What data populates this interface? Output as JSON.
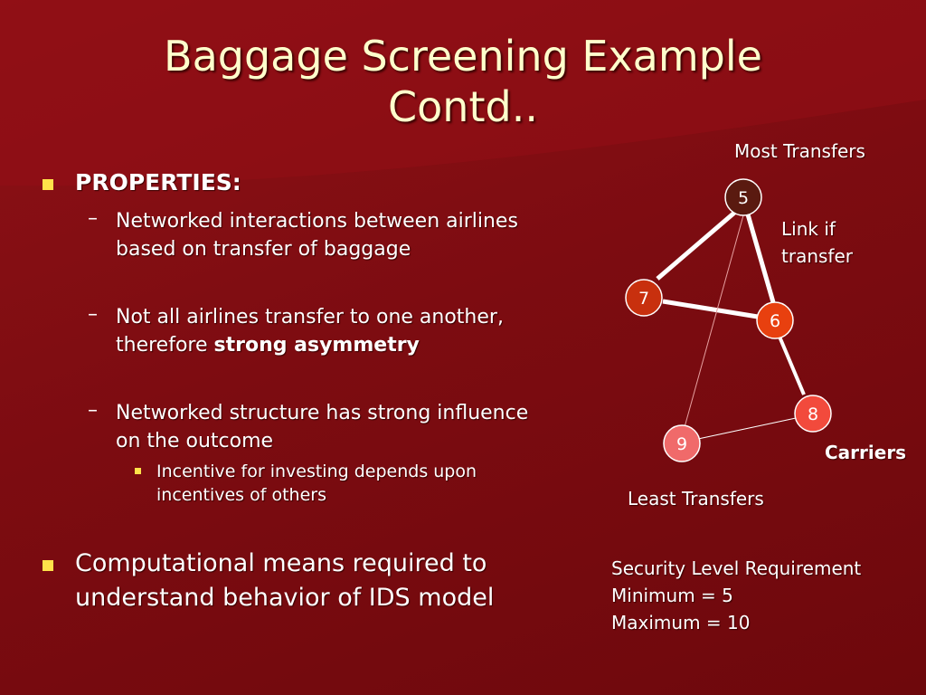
{
  "title": {
    "line1": "Baggage Screening Example",
    "line2": "Contd.."
  },
  "properties": {
    "heading": "PROPERTIES:",
    "items": [
      {
        "line1": "Networked interactions between airlines",
        "line2": "based on transfer of baggage"
      },
      {
        "line1": "Not all airlines transfer to one another,",
        "line2_plain": "therefore ",
        "line2_bold": "strong asymmetry"
      },
      {
        "line1": "Networked structure has strong influence",
        "line2": "on the outcome"
      }
    ],
    "sub_item": {
      "line1": "Incentive for investing depends upon",
      "line2": "incentives of others"
    }
  },
  "bullet2": {
    "line1": "Computational means required to",
    "line2": "understand behavior of IDS model"
  },
  "diagram": {
    "top_label": "Most Transfers",
    "bottom_label": "Least Transfers",
    "link_label_line1": "Link if",
    "link_label_line2": "transfer",
    "carriers_label": "Carriers",
    "nodes": [
      {
        "id": "5",
        "color": "#5a1a10"
      },
      {
        "id": "7",
        "color": "#c8300e"
      },
      {
        "id": "6",
        "color": "#e8400f"
      },
      {
        "id": "8",
        "color": "#f24a3c"
      },
      {
        "id": "9",
        "color": "#f06a6a"
      }
    ]
  },
  "security": {
    "line1": "Security Level Requirement",
    "line2": "Minimum = 5",
    "line3": "Maximum = 10"
  }
}
